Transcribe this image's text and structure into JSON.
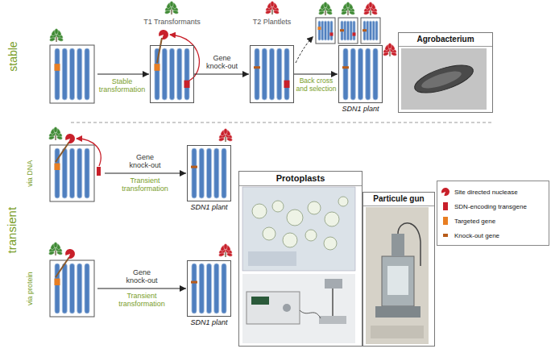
{
  "diagram": {
    "nodes": [
      {
        "text": [
          "T1 Transformants"
        ]
      },
      {
        "text": [
          "T2 Plantlets"
        ]
      },
      {
        "text": [
          "SDN1 plant"
        ]
      },
      {
        "text": [
          "Agrobacterium"
        ]
      },
      {
        "text": [
          "SDN1 plant"
        ]
      },
      {
        "text": [
          "SDN1 plant"
        ]
      },
      {
        "text": [
          "Protoplasts"
        ]
      },
      {
        "text": [
          "Particule gun"
        ]
      }
    ],
    "edges": [
      {
        "from": 0,
        "to": 1,
        "arrow": "to",
        "label": "Gene knock-out"
      },
      {
        "from": 1,
        "to": 2,
        "arrow": "to",
        "label": "Back cross and selection"
      }
    ],
    "labels": [
      "stable",
      "Stable transformation",
      "transient",
      "via DNA",
      "Gene knock-out",
      "Transient transformation",
      "via protein",
      "Gene knock-out",
      "Transient transformation"
    ],
    "legend": [
      {
        "text": "Site directed nuclease"
      },
      {
        "text": "SDN-encoding transgene",
        "color": "#c8202a"
      },
      {
        "text": "Targeted gene",
        "color": "#e87e22"
      },
      {
        "text": "Knock-out gene",
        "color": "#b85c1a"
      }
    ]
  }
}
